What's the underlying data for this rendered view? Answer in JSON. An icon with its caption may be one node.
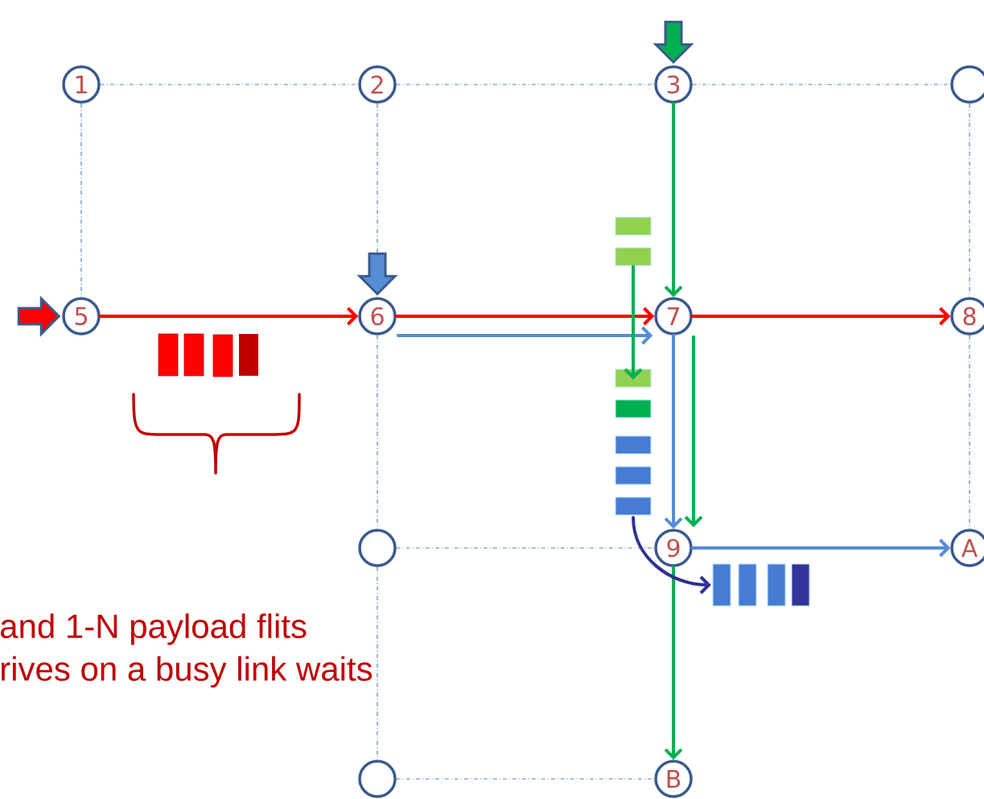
{
  "diagram": {
    "nodes": [
      {
        "text": [
          "1"
        ]
      },
      {
        "text": [
          "2"
        ]
      },
      {
        "text": [
          "3"
        ]
      },
      {
        "text": [],
        "shape": "circle"
      },
      {
        "text": [
          "5"
        ]
      },
      {
        "text": [
          "6"
        ]
      },
      {
        "text": [
          "7"
        ]
      },
      {
        "text": [
          "8"
        ]
      },
      {
        "text": [],
        "shape": "circle"
      },
      {
        "text": [
          "9"
        ]
      },
      {
        "text": [
          "A"
        ]
      },
      {
        "text": [],
        "shape": "circle"
      },
      {
        "text": [
          "B"
        ]
      },
      {
        "text": [],
        "shape": "bar"
      },
      {
        "text": [],
        "shape": "bar"
      },
      {
        "text": [],
        "shape": "bar"
      }
    ],
    "edges": [
      {
        "from": 0,
        "to": 1,
        "arrow": "none",
        "style": "dashed",
        "color": "#4f81bd"
      },
      {
        "from": 1,
        "to": 2,
        "arrow": "none",
        "style": "dashed",
        "color": "#4f81bd"
      },
      {
        "from": 2,
        "to": 3,
        "arrow": "none",
        "style": "dashed",
        "color": "#4f81bd"
      },
      {
        "from": 0,
        "to": 4,
        "arrow": "none",
        "style": "dashed",
        "color": "#4f81bd"
      },
      {
        "from": 1,
        "to": 5,
        "arrow": "none",
        "style": "dashed",
        "color": "#4f81bd"
      },
      {
        "from": 3,
        "to": 7,
        "arrow": "none",
        "style": "dashed",
        "color": "#4f81bd"
      },
      {
        "from": 5,
        "to": 8,
        "arrow": "none",
        "style": "dashed",
        "color": "#4f81bd"
      },
      {
        "from": 7,
        "to": 10,
        "arrow": "none",
        "style": "dashed",
        "color": "#4f81bd"
      },
      {
        "from": 8,
        "to": 9,
        "arrow": "none",
        "style": "dashed",
        "color": "#4f81bd"
      },
      {
        "from": 8,
        "to": 11,
        "arrow": "none",
        "style": "dashed",
        "color": "#4f81bd"
      },
      {
        "from": 11,
        "to": 12,
        "arrow": "none",
        "style": "dashed",
        "color": "#4f81bd"
      },
      {
        "from": null,
        "to": 4,
        "arrow": "to",
        "style": "thick",
        "color": "#ff0000"
      },
      {
        "from": null,
        "to": 5,
        "arrow": "to",
        "style": "thick",
        "color": "#558ed5"
      },
      {
        "from": null,
        "to": 2,
        "arrow": "to",
        "style": "thick",
        "color": "#00b050"
      },
      {
        "from": 4,
        "to": 5,
        "arrow": "to",
        "style": "thick",
        "color": "#ff0000"
      },
      {
        "from": 5,
        "to": 6,
        "arrow": "to",
        "style": "thick",
        "color": "#ff0000"
      },
      {
        "from": 6,
        "to": 7,
        "arrow": "to",
        "style": "thick",
        "color": "#ff0000"
      },
      {
        "from": 5,
        "to": 6,
        "arrow": "to",
        "style": "thick",
        "color": "#558ed5"
      },
      {
        "from": 2,
        "to": 6,
        "arrow": "to",
        "style": "thick",
        "color": "#00b050"
      },
      {
        "from": 6,
        "to": 9,
        "arrow": "to",
        "style": "thick",
        "color": "#558ed5"
      },
      {
        "from": 6,
        "to": 9,
        "arrow": "to",
        "style": "thick",
        "color": "#00b050"
      },
      {
        "from": 9,
        "to": 10,
        "arrow": "to",
        "style": "thick",
        "color": "#558ed5"
      },
      {
        "from": 9,
        "to": 12,
        "arrow": "to",
        "style": "thick",
        "color": "#00b050"
      },
      {
        "from": 13,
        "to": 14,
        "arrow": "to",
        "style": "thick",
        "color": "#00b050"
      },
      {
        "from": 14,
        "to": 15,
        "arrow": "to",
        "style": "thick",
        "color": "#2e3192"
      }
    ],
    "labels": [
      "and 1-N payload flits",
      "rives on a busy link waits"
    ]
  }
}
